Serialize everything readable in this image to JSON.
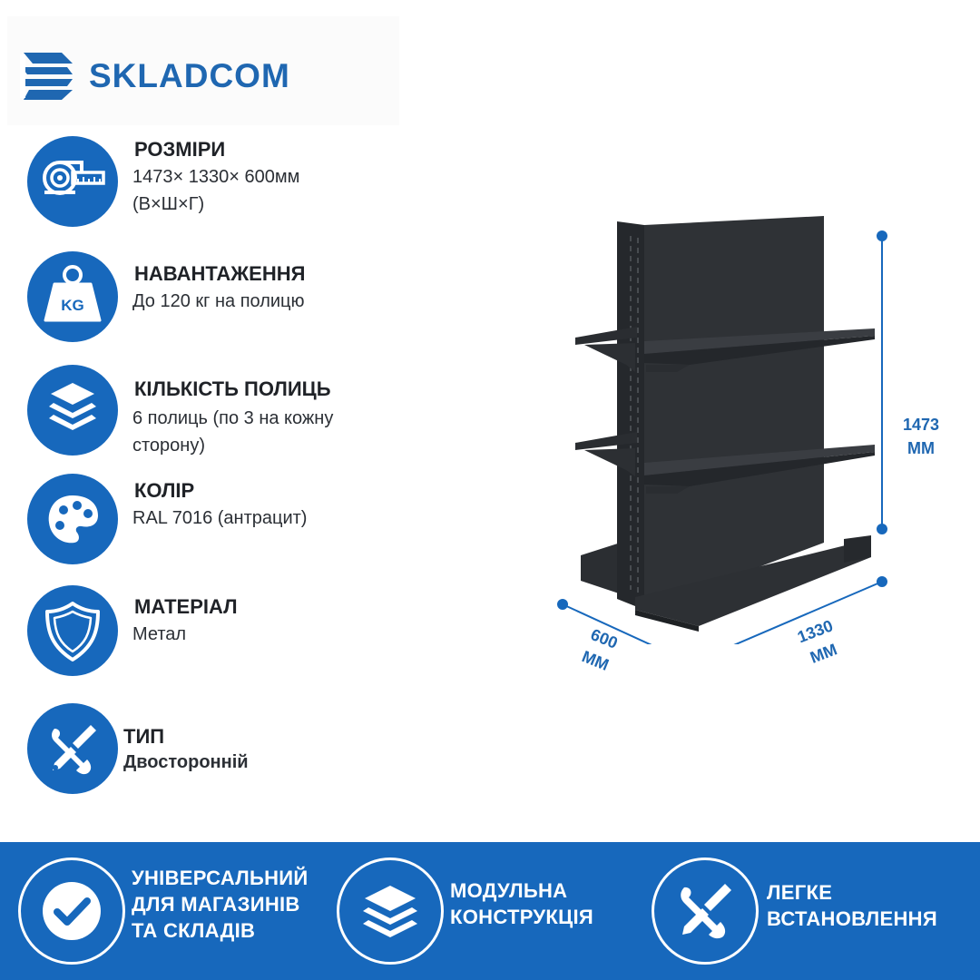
{
  "brand": {
    "name": "SKLADCOM"
  },
  "colors": {
    "accent": "#1768bc",
    "brand_text": "#1f67b1",
    "product": "#2a2d31"
  },
  "specs": [
    {
      "icon": "tape-measure-icon",
      "title": "РОЗМІРИ",
      "lines": [
        "1473× 1330× 600мм",
        "(В×Ш×Г)"
      ]
    },
    {
      "icon": "weight-kg-icon",
      "title": "НАВАНТАЖЕННЯ",
      "lines": [
        "До 120 кг на полицю"
      ]
    },
    {
      "icon": "layers-icon",
      "title": "КІЛЬКІСТЬ ПОЛИЦЬ",
      "lines": [
        "6 полиць (по 3 на кожну",
        "сторону)"
      ]
    },
    {
      "icon": "palette-icon",
      "title": "КОЛІР",
      "lines": [
        "RAL 7016 (антрацит)"
      ]
    },
    {
      "icon": "shield-icon",
      "title": "МАТЕРІАЛ",
      "lines": [
        "Метал"
      ]
    },
    {
      "icon": "wrench-screwdriver-icon",
      "title": "ТИП",
      "lines": [
        "Двосторонній"
      ]
    }
  ],
  "icon_labels": {
    "kg": "KG"
  },
  "dimensions": {
    "height": {
      "value": "1473",
      "unit": "ММ"
    },
    "width": {
      "value": "1330",
      "unit": "ММ"
    },
    "depth": {
      "value": "600",
      "unit": "ММ"
    }
  },
  "features": [
    {
      "icon": "checkmark-icon",
      "lines": [
        "УНІВЕРСАЛЬНИЙ",
        "ДЛЯ МАГАЗИНІВ",
        "ТА СКЛАДІВ"
      ]
    },
    {
      "icon": "layers-icon",
      "lines": [
        "МОДУЛЬНА",
        "КОНСТРУКЦІЯ"
      ]
    },
    {
      "icon": "wrench-screwdriver-icon",
      "lines": [
        "ЛЕГКЕ",
        "ВСТАНОВЛЕННЯ"
      ]
    }
  ]
}
